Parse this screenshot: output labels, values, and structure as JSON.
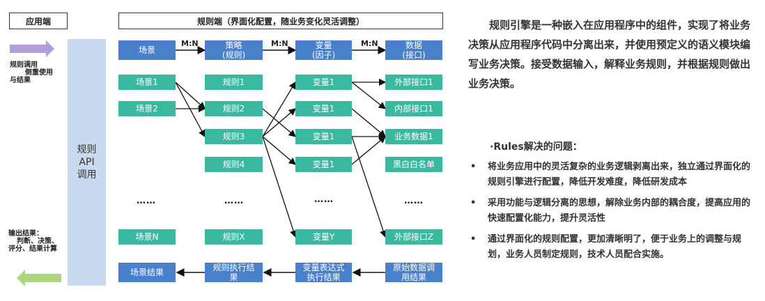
{
  "left": {
    "app_header": "应用端",
    "top_note_1": "规则调用",
    "top_note_2": "侧重使用",
    "top_note_3": "与结果",
    "bottom_note_1": "输出结果：",
    "bottom_note_2": "判断、决策、",
    "bottom_note_3": "评分、结果计算",
    "arrow_in_color": "#b39ddb",
    "arrow_out_color": "#aed581"
  },
  "api": {
    "line1": "规则",
    "line2": "API",
    "line3": "调用"
  },
  "diagram": {
    "rule_header": "规则端（界面化配置，随业务变化灵活调整）",
    "mn_label": "M:N",
    "ellipsis": "……",
    "header_row": [
      "场景",
      "策略\n(规则)",
      "变量\n(因子)",
      "数据\n(接口)"
    ],
    "scenes": [
      "场景1",
      "场景2",
      "场景N"
    ],
    "rules": [
      "规则1",
      "规则2",
      "规则3",
      "规则4",
      "规则X"
    ],
    "variables": [
      "变量1",
      "变量1",
      "变量1",
      "变量1",
      "变量Y"
    ],
    "data": [
      "外部接口1",
      "内部接口1",
      "业务数据1",
      "黑白白名单",
      "外部接口Z"
    ],
    "results": [
      "场景结果",
      "规则执行结\n果",
      "变量表达式\n执行结果",
      "原始数据调\n用结果"
    ],
    "colors": {
      "header": "#4a7fc9",
      "node": "#3bb8a0",
      "api": "#c9d9ef"
    }
  },
  "right": {
    "intro": "规则引擎是一种嵌入在应用程序中的组件，实现了将业务决策从应用程序代码中分离出来，并使用预定义的语义模块编写业务决策。接受数据输入，解释业务规则，并根据规则做出业务决策。",
    "problems_title": "·Rules解决的问题：",
    "bullet_symbol": "•",
    "bullets": [
      "将业务应用中的灵活复杂的业务逻辑剥离出来，独立通过界面化的规则引擎进行配置，降低开发难度，降低研发成本",
      "采用功能与逻辑分离的思想，解除业务内部的耦合度，提高应用的快速配置化能力，提升灵活性",
      "通过界面化的规则配置，更加清晰明了，便于业务上的调整与规划，业务人员制定规则，技术人员配合实施。"
    ]
  }
}
